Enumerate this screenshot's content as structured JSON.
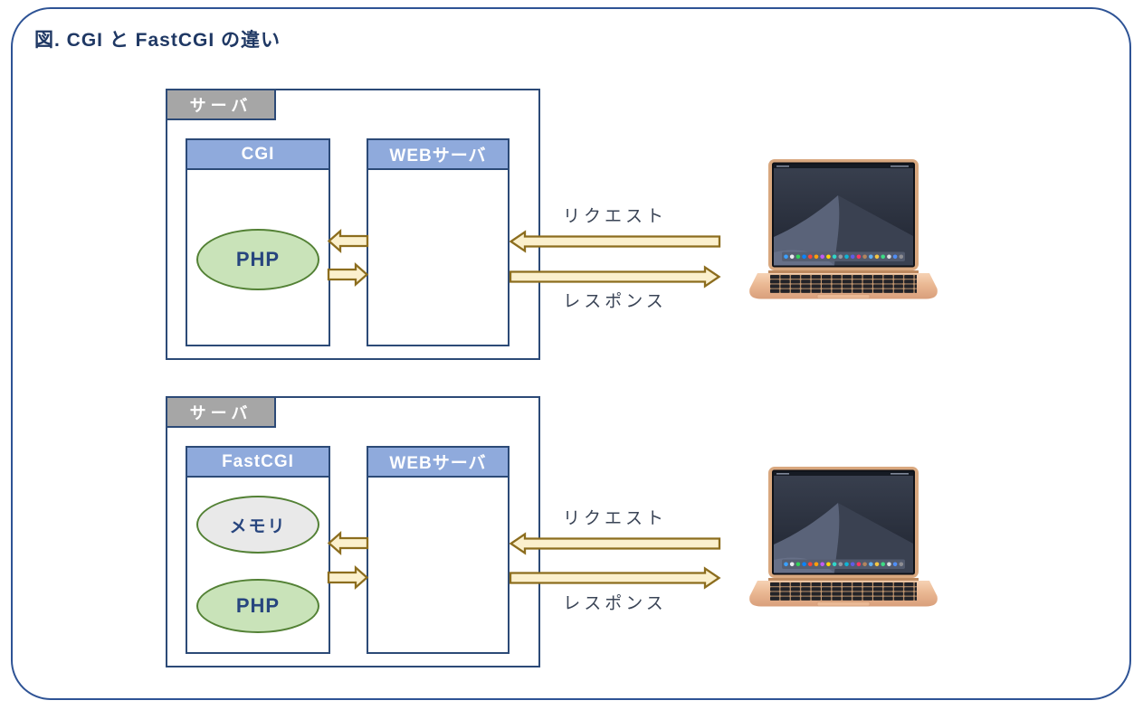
{
  "title": "図. CGI と FastCGI の違い",
  "colors": {
    "frame_border": "#2e5395",
    "box_border": "#2c4a77",
    "box_header_fill": "#8faadc",
    "server_tab_fill": "#a6a6a6",
    "php_ellipse_fill": "#c9e3b9",
    "memory_ellipse_fill": "#e9e9e9",
    "ellipse_border": "#538135",
    "arrow_fill": "#fbf0cd",
    "arrow_border": "#8c6d1e",
    "title_text": "#1f3864",
    "label_text": "#3a4456"
  },
  "icons": {
    "client_device": "macbook-laptop-photo",
    "flow_arrows": "block-arrow"
  },
  "sections": [
    {
      "server_label": "サーバ",
      "process_box": {
        "header": "CGI",
        "items": [
          {
            "label": "PHP"
          }
        ]
      },
      "web_box": {
        "header": "WEBサーバ"
      },
      "request_label": "リクエスト",
      "response_label": "レスポンス"
    },
    {
      "server_label": "サーバ",
      "process_box": {
        "header": "FastCGI",
        "items": [
          {
            "label": "メモリ"
          },
          {
            "label": "PHP"
          }
        ]
      },
      "web_box": {
        "header": "WEBサーバ"
      },
      "request_label": "リクエスト",
      "response_label": "レスポンス"
    }
  ]
}
